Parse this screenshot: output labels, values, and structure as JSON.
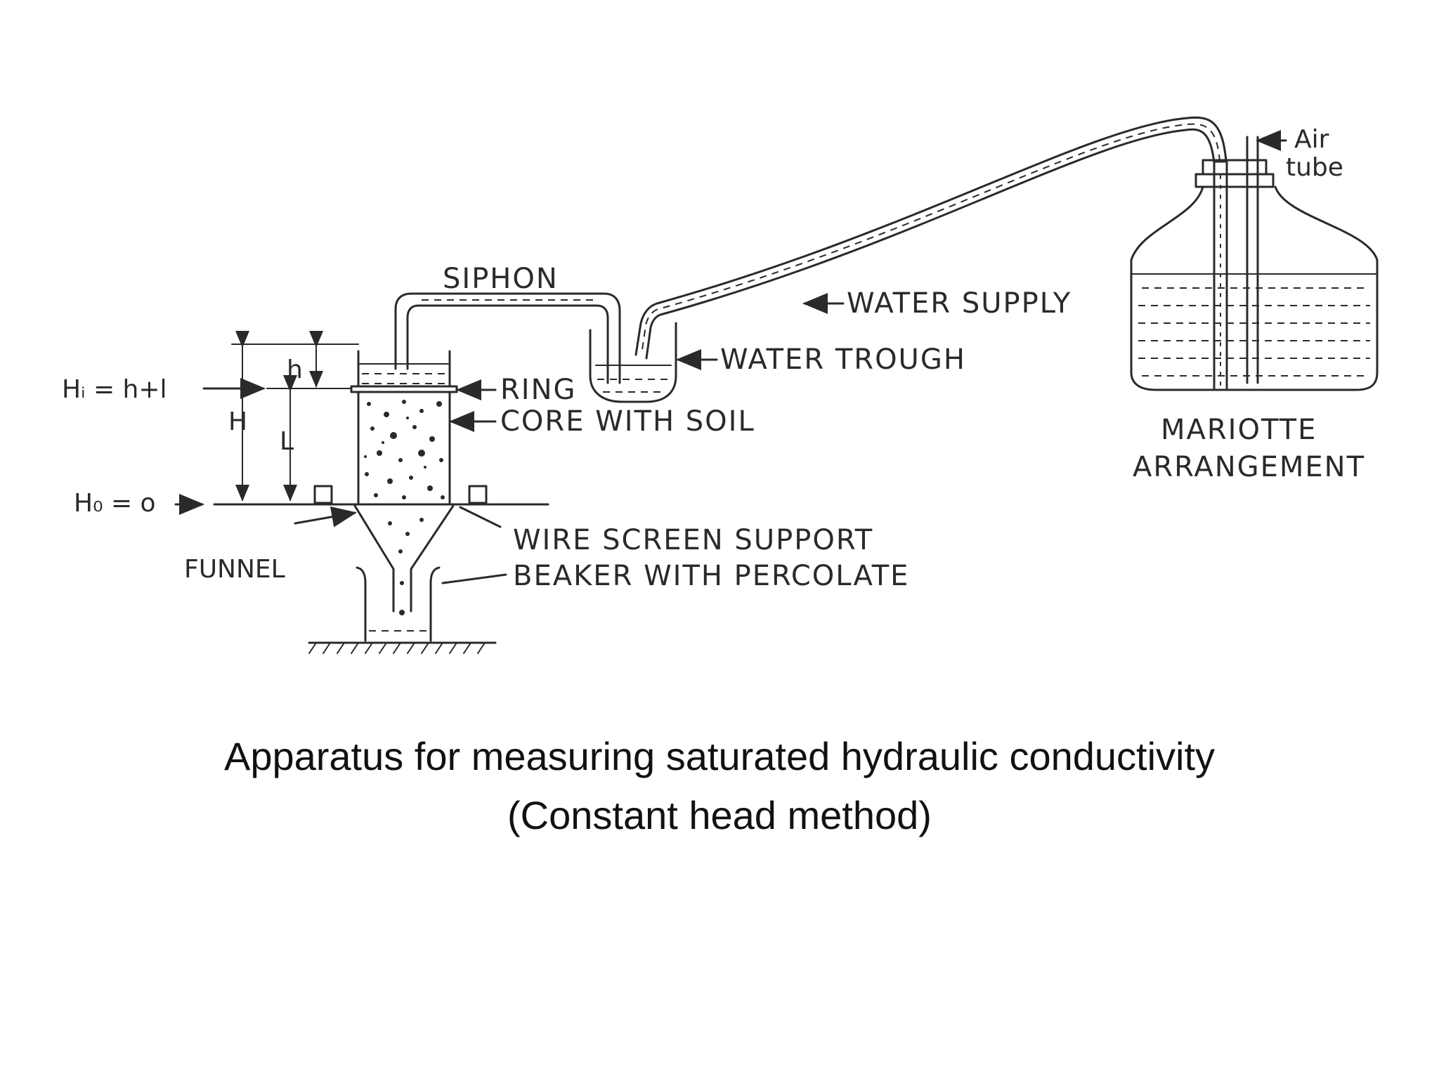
{
  "diagram": {
    "labels": {
      "air_tube_1": "Air",
      "air_tube_2": "tube",
      "siphon": "SIPHON",
      "water_supply": "WATER SUPPLY",
      "water_trough": "WATER  TROUGH",
      "ring": "RING",
      "core_with_soil": "CORE  WITH  SOIL",
      "mariotte_1": "MARIOTTE",
      "mariotte_2": "ARRANGEMENT",
      "hi_eq": "Hᵢ =  h+l",
      "h_small": "h",
      "H_big": "H",
      "L": "L",
      "ho_eq": "H₀ = o",
      "funnel": "FUNNEL",
      "wire_screen": "WIRE  SCREEN  SUPPORT",
      "beaker": "BEAKER  WITH  PERCOLATE"
    },
    "colors": {
      "ink": "#2a2a2a",
      "caption": "#111111",
      "background": "#ffffff"
    }
  },
  "caption": {
    "line1": "Apparatus for measuring saturated hydraulic conductivity",
    "line2": "(Constant head method)"
  }
}
